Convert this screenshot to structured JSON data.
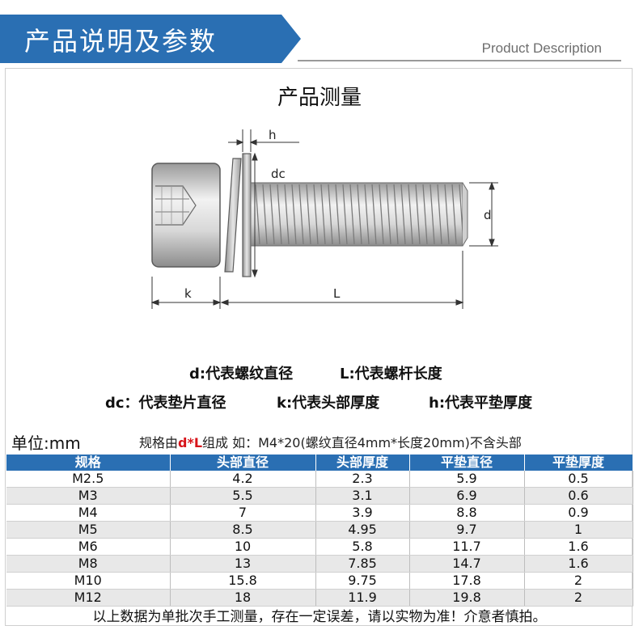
{
  "header": {
    "title": "产品说明及参数",
    "subtitle": "Product Description",
    "accent": "#2a6fb3"
  },
  "section_title": "产品测量",
  "diagram_labels": {
    "h": "h",
    "dc": "dc",
    "d": "d",
    "k": "k",
    "L": "L"
  },
  "legend": {
    "d": "d:代表螺纹直径",
    "L": "L:代表螺杆长度",
    "dc": "dc：代表垫片直径",
    "k": "k:代表头部厚度",
    "h": "h:代表平垫厚度"
  },
  "unit": "单位:mm",
  "note": {
    "prefix": "规格由",
    "highlight": "d*L",
    "suffix": "组成 如：M4*20(螺纹直径4mm*长度20mm)不含头部",
    "highlight_color": "#d7141a"
  },
  "table": {
    "headers": [
      "规格",
      "头部直径",
      "头部厚度",
      "平垫直径",
      "平垫厚度"
    ],
    "rows": [
      [
        "M2.5",
        "4.2",
        "2.3",
        "5.9",
        "0.5"
      ],
      [
        "M3",
        "5.5",
        "3.1",
        "6.9",
        "0.6"
      ],
      [
        "M4",
        "7",
        "3.9",
        "8.8",
        "0.9"
      ],
      [
        "M5",
        "8.5",
        "4.95",
        "9.7",
        "1"
      ],
      [
        "M6",
        "10",
        "5.8",
        "11.7",
        "1.6"
      ],
      [
        "M8",
        "13",
        "7.85",
        "14.7",
        "1.6"
      ],
      [
        "M10",
        "15.8",
        "9.75",
        "17.8",
        "2"
      ],
      [
        "M12",
        "18",
        "11.9",
        "19.8",
        "2"
      ]
    ]
  },
  "footer": "以上数据为单批次手工测量，存在一定误差，请以实物为准！介意者慎拍。"
}
